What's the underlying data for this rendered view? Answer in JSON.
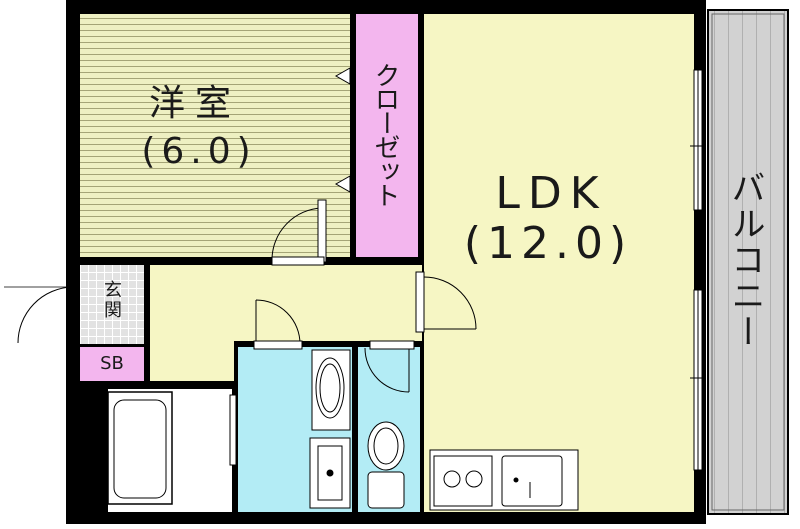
{
  "floorplan": {
    "rooms": {
      "western_room": {
        "name": "洋室",
        "size": "(6.0)"
      },
      "closet": {
        "name": "クローゼット"
      },
      "ldk": {
        "name": "LDK",
        "size": "(12.0)"
      },
      "balcony": {
        "name": "バルコニー"
      },
      "entrance": {
        "name": "玄関"
      },
      "shoe_box": {
        "name": "SB"
      }
    },
    "colors": {
      "wall": "#000000",
      "floor_yellow": "#f6f6c4",
      "tatami_lines": "#9a9a66",
      "closet_pink": "#f3b6ee",
      "bath_blue": "#b3ecf5",
      "balcony_gray": "#d2d2d2",
      "entrance_gray": "#dcdcdc"
    }
  }
}
